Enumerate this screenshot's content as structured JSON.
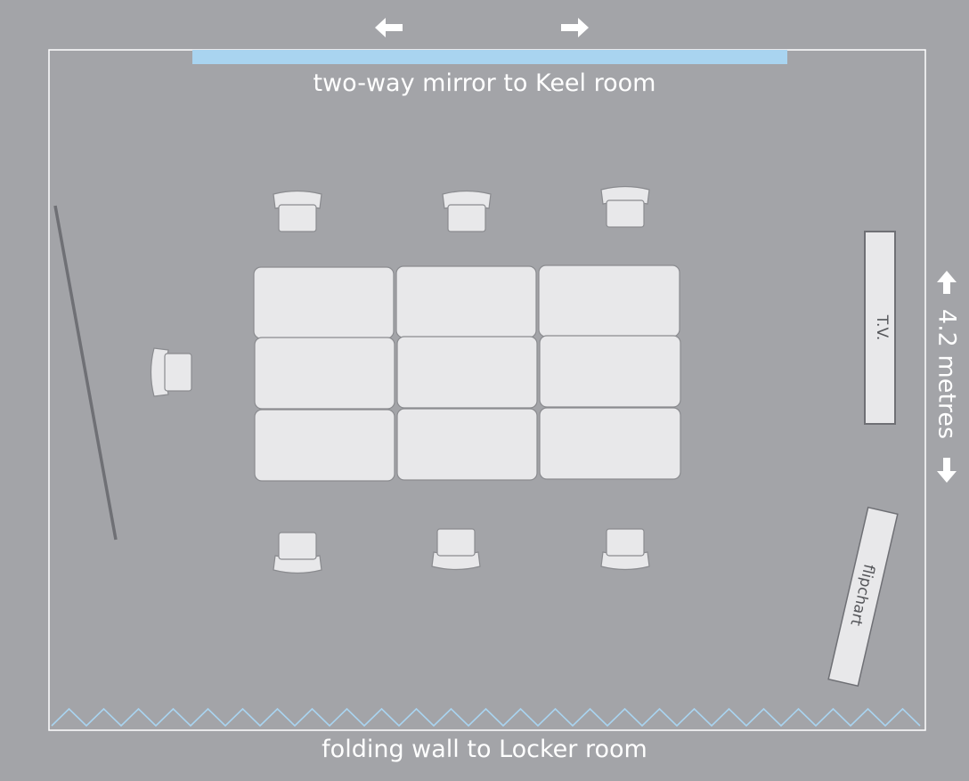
{
  "labels": {
    "mirror": "two-way mirror to Keel room",
    "folding_wall": "folding wall to Locker room",
    "room_width": "4.2 metres",
    "tv": "T.V.",
    "flipchart": "flipchart"
  },
  "colors": {
    "background": "#a3a4a8",
    "room_outline": "#ffffff",
    "mirror": "#a9d4f0",
    "folding_wall": "#a9d4f0",
    "furniture_fill": "#e8e8ea",
    "furniture_stroke": "#8a8b8f",
    "partition_line": "#6f7075",
    "arrow": "#ffffff"
  },
  "icons": {
    "left": "arrow-left-icon",
    "right": "arrow-right-icon",
    "up": "arrow-up-icon",
    "down": "arrow-down-icon"
  }
}
